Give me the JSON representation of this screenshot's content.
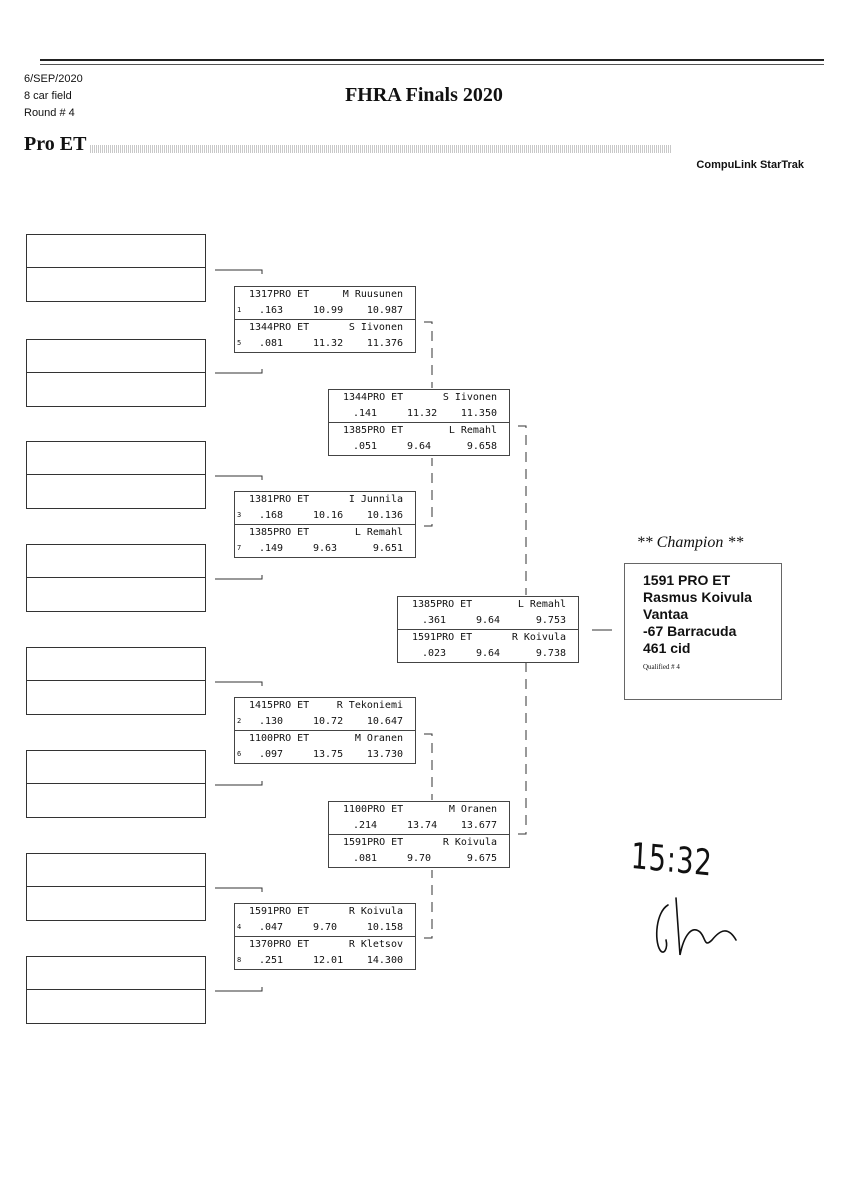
{
  "header": {
    "date": "6/SEP/2020",
    "field": "8 car field",
    "round": "Round # 4",
    "title": "FHRA Finals 2020",
    "class": "Pro ET",
    "brand": "CompuLink StarTrak"
  },
  "round1": [
    [
      {
        "seed": "1",
        "car": "1317PRO ET",
        "driver": "M Ruusunen",
        "rt": ".163",
        "dial": "10.99",
        "et": "10.987"
      },
      {
        "seed": "5",
        "car": "1344PRO ET",
        "driver": "S Iivonen",
        "rt": ".081",
        "dial": "11.32",
        "et": "11.376"
      }
    ],
    [
      {
        "seed": "3",
        "car": "1381PRO ET",
        "driver": "I Junnila",
        "rt": ".168",
        "dial": "10.16",
        "et": "10.136"
      },
      {
        "seed": "7",
        "car": "1385PRO ET",
        "driver": "L Remahl",
        "rt": ".149",
        "dial": "9.63",
        "et": "9.651"
      }
    ],
    [
      {
        "seed": "2",
        "car": "1415PRO ET",
        "driver": "R Tekoniemi",
        "rt": ".130",
        "dial": "10.72",
        "et": "10.647"
      },
      {
        "seed": "6",
        "car": "1100PRO ET",
        "driver": "M Oranen",
        "rt": ".097",
        "dial": "13.75",
        "et": "13.730"
      }
    ],
    [
      {
        "seed": "4",
        "car": "1591PRO ET",
        "driver": "R Koivula",
        "rt": ".047",
        "dial": "9.70",
        "et": "10.158"
      },
      {
        "seed": "8",
        "car": "1370PRO ET",
        "driver": "R Kletsov",
        "rt": ".251",
        "dial": "12.01",
        "et": "14.300"
      }
    ]
  ],
  "round2": [
    [
      {
        "seed": "",
        "car": "1344PRO ET",
        "driver": "S Iivonen",
        "rt": ".141",
        "dial": "11.32",
        "et": "11.350"
      },
      {
        "seed": "",
        "car": "1385PRO ET",
        "driver": "L Remahl",
        "rt": ".051",
        "dial": "9.64",
        "et": "9.658"
      }
    ],
    [
      {
        "seed": "",
        "car": "1100PRO ET",
        "driver": "M Oranen",
        "rt": ".214",
        "dial": "13.74",
        "et": "13.677"
      },
      {
        "seed": "",
        "car": "1591PRO ET",
        "driver": "R Koivula",
        "rt": ".081",
        "dial": "9.70",
        "et": "9.675"
      }
    ]
  ],
  "final": [
    [
      {
        "seed": "",
        "car": "1385PRO ET",
        "driver": "L Remahl",
        "rt": ".361",
        "dial": "9.64",
        "et": "9.753"
      },
      {
        "seed": "",
        "car": "1591PRO ET",
        "driver": "R Koivula",
        "rt": ".023",
        "dial": "9.64",
        "et": "9.738"
      }
    ]
  ],
  "champion": {
    "heading": "** Champion **",
    "lines": [
      "1591 PRO ET",
      "Rasmus Koivula",
      "Vantaa",
      "-67 Barracuda",
      "461 cid"
    ],
    "qualified": "Qualified # 4"
  },
  "handwriting": {
    "time": "15:32"
  }
}
